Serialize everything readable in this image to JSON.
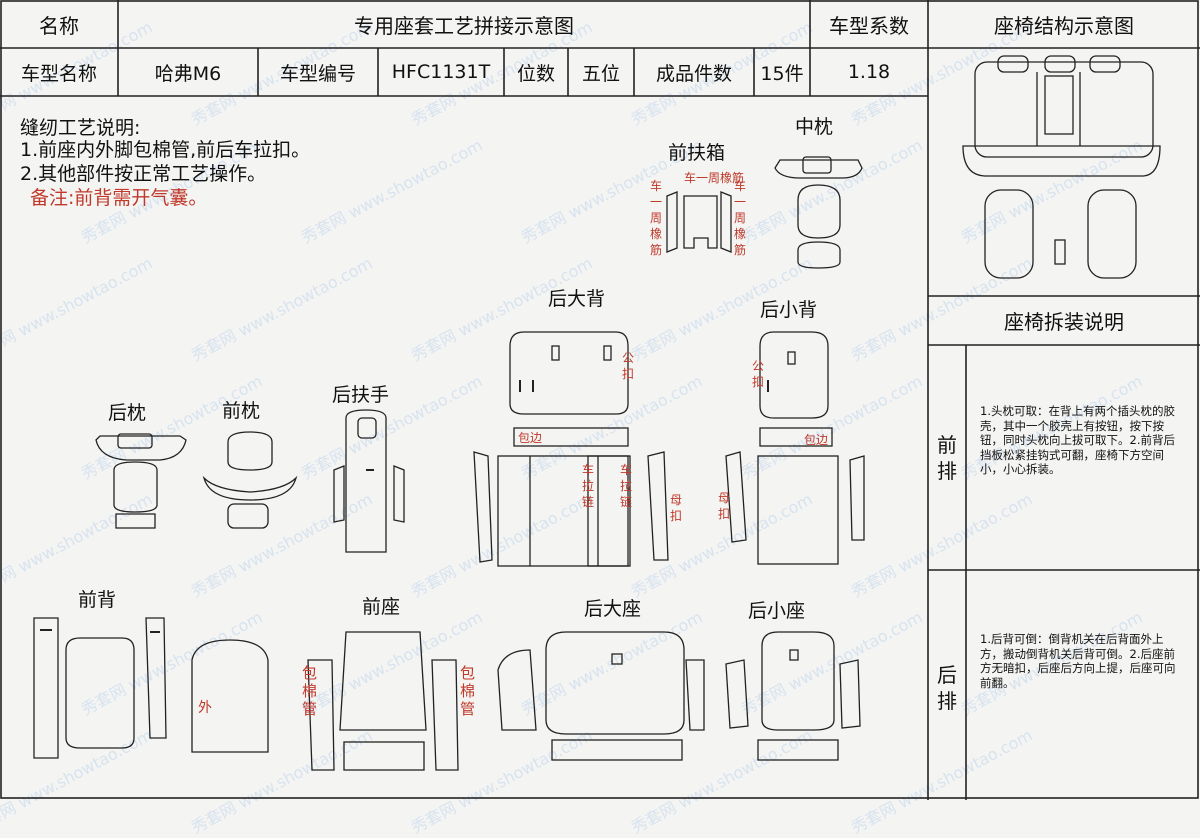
{
  "header": {
    "name_label": "名称",
    "title": "专用座套工艺拼接示意图",
    "coef_label": "车型系数",
    "struct_title": "座椅结构示意图"
  },
  "info_row": {
    "model_name_label": "车型名称",
    "model_name": "哈弗M6",
    "model_code_label": "车型编号",
    "model_code": "HFC1131T",
    "seats_label": "位数",
    "seats_value": "五位",
    "pieces_label": "成品件数",
    "pieces_value": "15件",
    "coef_value": "1.18"
  },
  "notes": {
    "heading": "缝纫工艺说明:",
    "line1": "1.前座内外脚包棉管,前后车拉扣。",
    "line2": "2.其他部件按正常工艺操作。",
    "remark": "备注:前背需开气囊。"
  },
  "parts": {
    "front_armrest": "前扶箱",
    "middle_pillow": "中枕",
    "rear_big_back": "后大背",
    "rear_small_back": "后小背",
    "rear_pillow": "后枕",
    "front_pillow": "前枕",
    "rear_armrest": "后扶手",
    "front_back": "前背",
    "front_seat": "前座",
    "rear_big_seat": "后大座",
    "rear_small_seat": "后小座"
  },
  "annotations": {
    "che_yi_zhou_xiang_jin": "车一周橡筋",
    "che_yi_zhou_xiang_jin_left": "车一周橡筋",
    "che_yi_zhou_xiang_jin_right": "车一周橡筋",
    "gong_kou": "公扣",
    "gong_kou_2": "公扣",
    "bao_bian": "包边",
    "bao_bian_2": "包边",
    "che_la_lian_left": "车拉链",
    "che_la_lian_right": "车拉链",
    "mu_kou_left": "母扣",
    "mu_kou_right": "母扣",
    "wai": "外",
    "bao_mian_guan_left": "包棉管",
    "bao_mian_guan_right": "包棉管"
  },
  "side_panel": {
    "disassembly_title": "座椅拆装说明",
    "front_row_label": "前排",
    "front_row_text": "1.头枕可取：在背上有两个插头枕的胶壳，其中一个胶壳上有按钮，按下按钮，同时头枕向上拔可取下。2.前背后挡板松紧挂钩式可翻，座椅下方空间小，小心拆装。",
    "rear_row_label": "后排",
    "rear_row_text": "1.后背可倒：倒背机关在后背面外上方，搬动倒背机关后背可倒。2.后座前方无暗扣，后座后方向上提，后座可向前翻。"
  },
  "watermark": "秀套网 www.showtao.com",
  "colors": {
    "line": "#222222",
    "accent_red": "#c0392b",
    "watermark": "#78aae6",
    "background": "#f4f4f2"
  }
}
